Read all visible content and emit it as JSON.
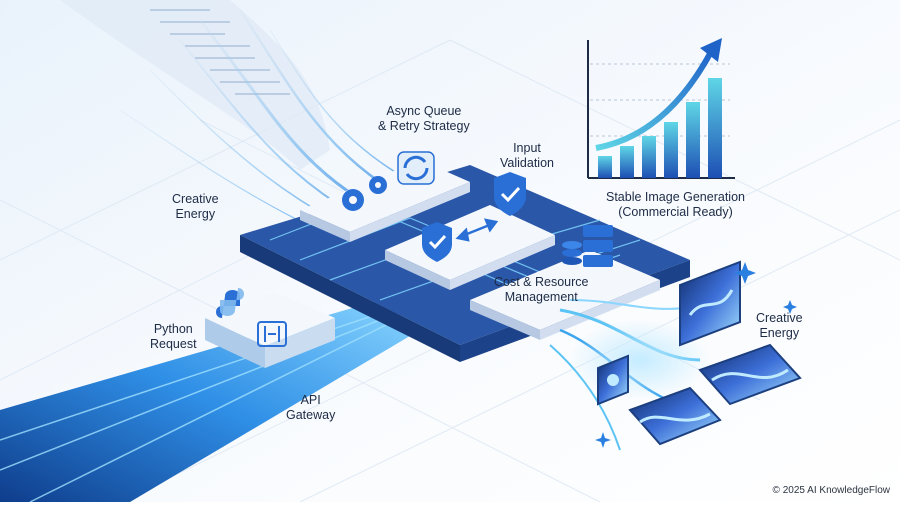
{
  "labels": {
    "async_queue": "Async Queue\n& Retry Strategy",
    "input_validation": "Input\nValidation",
    "stable_generation": "Stable Image Generation\n(Commercial Ready)",
    "creative_energy_left": "Creative\nEnergy",
    "cost_resource": "Cost & Resource\nManagement",
    "python_request": "Python\nRequest",
    "api_gateway": "API\nGateway",
    "creative_energy_right": "Creative\nEnergy"
  },
  "footer": {
    "copyright": "© 2025 AI KnowledgeFlow"
  },
  "colors": {
    "flow": "#2f8fe6",
    "flow_glow": "#7fd4ff",
    "platform_top": "#2a57a8",
    "platform_side": "#183a78",
    "card": "#f4f8fd",
    "accent": "#1f63c9",
    "bar_light": "#5fd6e6"
  },
  "icons": [
    "code-stream",
    "gear-icon",
    "refresh-icon",
    "shield-check-icon",
    "double-arrow-icon",
    "database-coin-icon",
    "python-logo-icon",
    "gateway-icon",
    "bar-chart-icon",
    "image-tile-icon",
    "sparkle-icon"
  ]
}
